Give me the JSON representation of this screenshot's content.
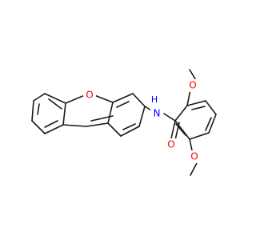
{
  "molecule": {
    "atoms": {
      "oxygen_furan": "O",
      "nitrogen_amide": "N",
      "hydrogen_amide": "H",
      "oxygen_carbonyl": "O",
      "oxygen_methoxy_top": "O",
      "oxygen_methoxy_bottom": "O"
    },
    "colors": {
      "bond": "#1a1a1a",
      "oxygen": "#ff0000",
      "nitrogen": "#0000ff"
    }
  }
}
